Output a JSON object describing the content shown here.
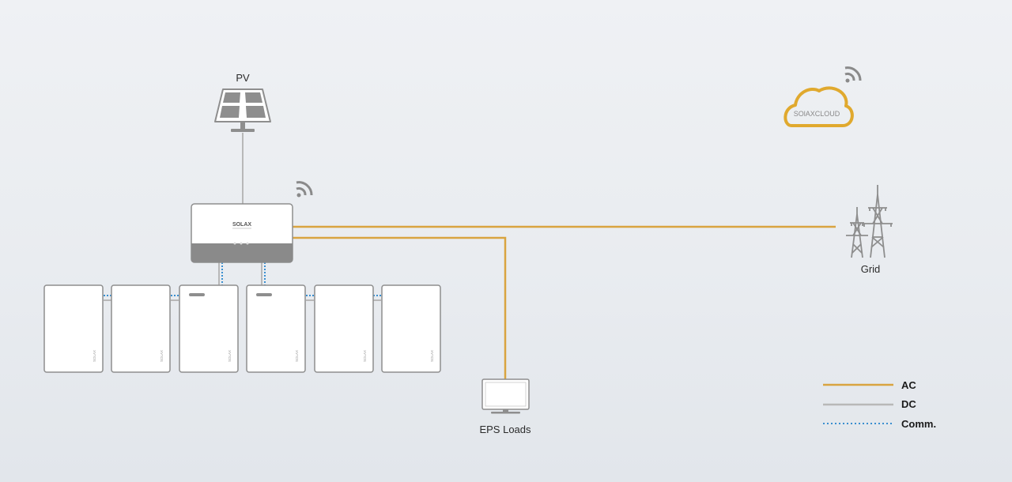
{
  "labels": {
    "pv": "PV",
    "grid": "Grid",
    "eps_loads": "EPS Loads"
  },
  "inverter": {
    "brand": "SOLAX"
  },
  "cloud": {
    "label": "SOlAXCLOUD"
  },
  "battery": {
    "count": 6,
    "brand": "SOLAX"
  },
  "legend": [
    {
      "label": "AC",
      "color": "#d9a440",
      "style": "solid"
    },
    {
      "label": "DC",
      "color": "#b8b8b8",
      "style": "solid"
    },
    {
      "label": "Comm.",
      "color": "#3a8fd0",
      "style": "dotted"
    }
  ],
  "colors": {
    "ac": "#d9a440",
    "dc": "#b8b8b8",
    "comm": "#3a8fd0",
    "device_stroke": "#8e8e8e",
    "cloud": "#e0a92e",
    "inverter_base": "#8a8a8a"
  }
}
